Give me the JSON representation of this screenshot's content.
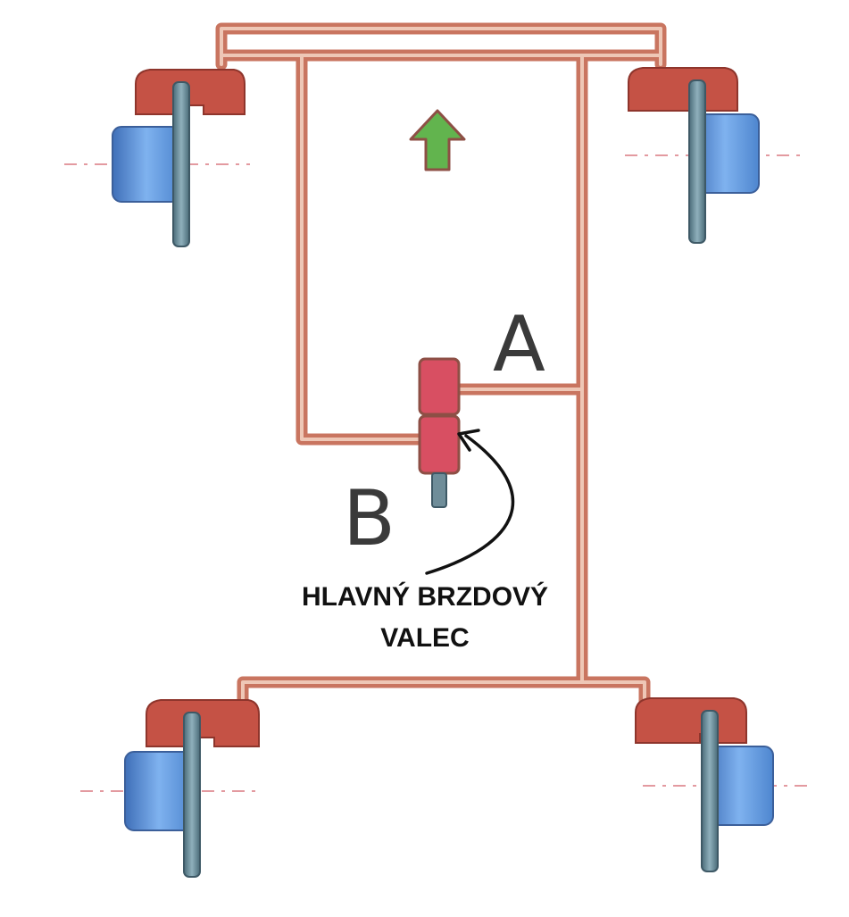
{
  "labels": {
    "circuit_a": "A",
    "circuit_b": "B",
    "callout_line1": "HLAVNÝ BRZDOVÝ",
    "callout_line2": "VALEC"
  },
  "colors": {
    "pipe": "#c97560",
    "pipe_inner": "#eec7b6",
    "caliper": "#c55245",
    "disc": "#5f7f8c",
    "wheel": "#5b95d9",
    "master_cylinder": "#d84f62",
    "arrow": "#62b44e",
    "axle": "#e39aa0",
    "text": "#111111"
  },
  "icons": {
    "direction": "arrow-up-icon"
  }
}
